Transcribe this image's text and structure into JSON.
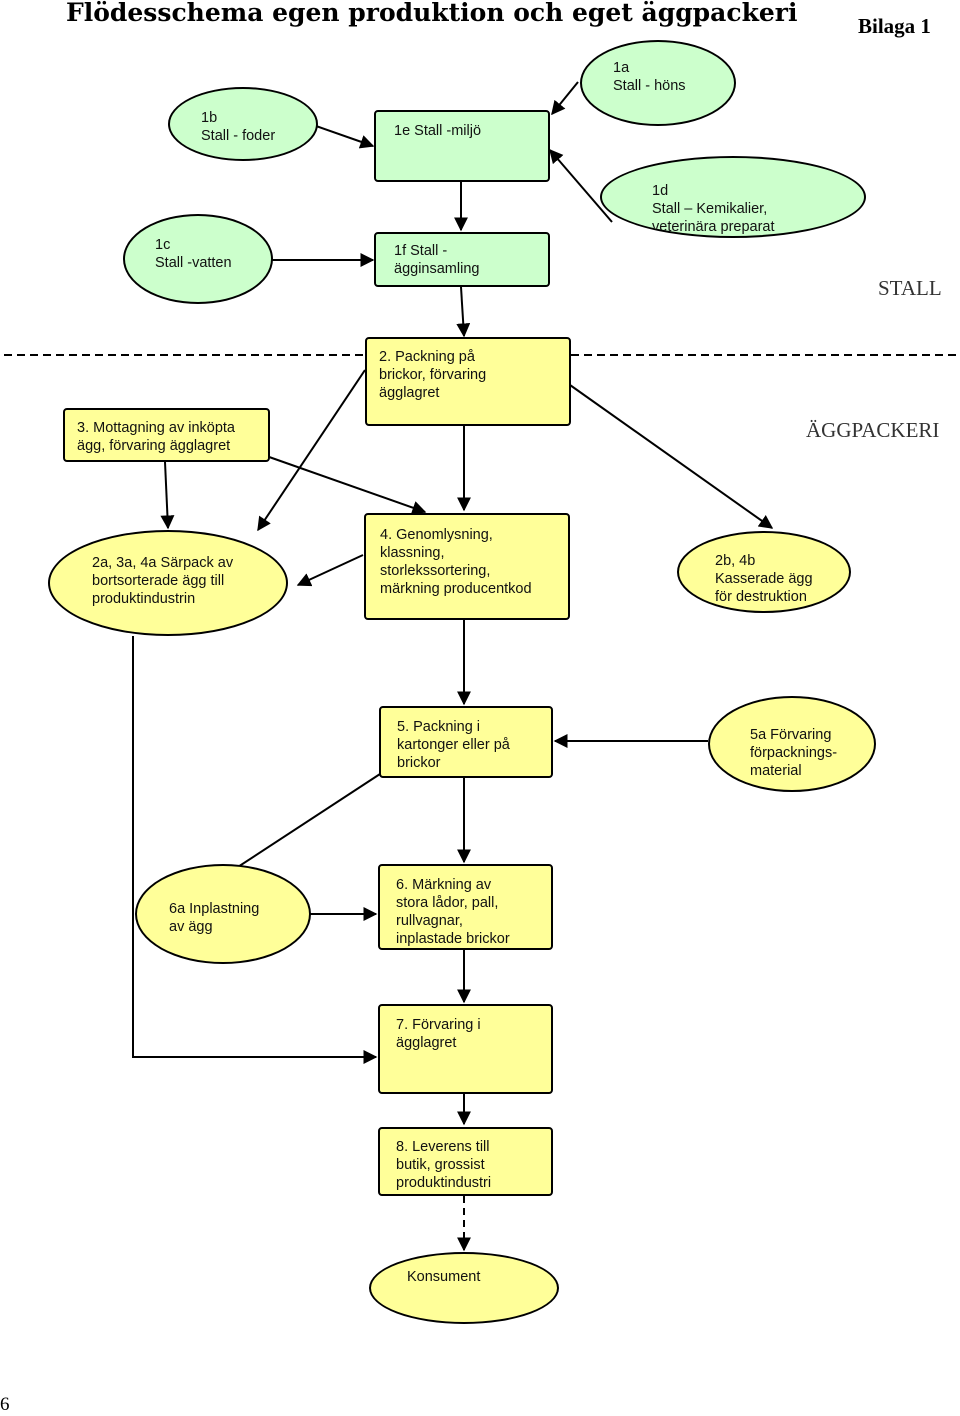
{
  "header": {
    "title": "Flödesschema egen produktion och eget äggpackeri",
    "appendix": "Bilaga 1"
  },
  "sections": {
    "stall": "STALL",
    "packeri": "ÄGGPACKERI"
  },
  "page_number": "6",
  "colors": {
    "stall_fill": "#ccffcc",
    "packeri_fill": "#ffff99",
    "stroke": "#000000"
  },
  "nodes": {
    "n1a": "1a\nStall - höns",
    "n1b": "1b\nStall - foder",
    "n1e": "1e Stall -miljö",
    "n1d": "1d\nStall – Kemikalier,\nveterinära preparat",
    "n1c": "1c\nStall -vatten",
    "n1f": "1f Stall -\nägginsamling",
    "n2": "2. Packning på\nbrickor, förvaring\nägglagret",
    "n3": "3. Mottagning av inköpta\nägg, förvaring ägglagret",
    "n2a": "2a, 3a, 4a Särpack av\nbortsorterade ägg till\nproduktindustrin",
    "n4": "4. Genomlysning,\nklassning,\nstorlekssortering,\nmärkning producentkod",
    "n2b": "2b, 4b\nKasserade ägg\nför destruktion",
    "n5": "5. Packning i\nkartonger eller på\nbrickor",
    "n5a": "5a Förvaring\nförpacknings-\nmaterial",
    "n6a": "6a   Inplastning\nav ägg",
    "n6": "6. Märkning av\nstora lådor, pall,\nrullvagnar,\ninplastade brickor",
    "n7": "7. Förvaring i\nägglagret",
    "n8": "8. Leverens till\nbutik, grossist\nproduktindustri",
    "konsument": "Konsument"
  }
}
